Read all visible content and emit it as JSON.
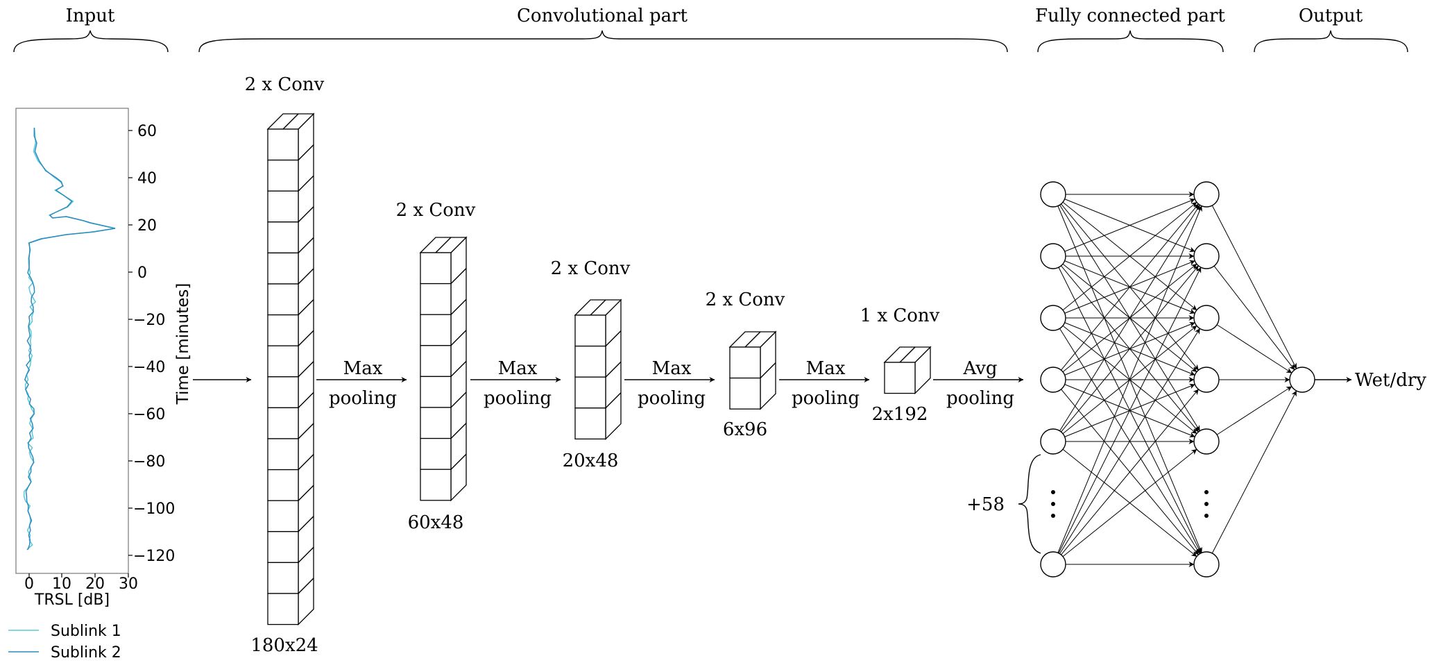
{
  "sections": {
    "input": "Input",
    "conv": "Convolutional part",
    "fc": "Fully connected part",
    "output": "Output"
  },
  "plot": {
    "y_ticks": [
      "60",
      "40",
      "20",
      "0",
      "−20",
      "−40",
      "−60",
      "−80",
      "−100",
      "−120"
    ],
    "x_ticks": [
      "0",
      "10",
      "20",
      "30"
    ],
    "ylabel": "Time [minutes]",
    "xlabel": "TRSL [dB]",
    "legend": [
      "Sublink 1",
      "Sublink 2"
    ],
    "colors": [
      "#5bc8d8",
      "#2a8cbf"
    ]
  },
  "blocks": [
    {
      "conv": "2 x Conv",
      "size": "180x24",
      "cells": 16
    },
    {
      "conv": "2 x Conv",
      "size": "60x48",
      "cells": 8
    },
    {
      "conv": "2 x Conv",
      "size": "20x48",
      "cells": 4
    },
    {
      "conv": "2 x Conv",
      "size": "6x96",
      "cells": 2
    },
    {
      "conv": "1 x Conv",
      "size": "2x192",
      "cells": 1
    }
  ],
  "poolings": [
    {
      "l1": "Max",
      "l2": "pooling"
    },
    {
      "l1": "Max",
      "l2": "pooling"
    },
    {
      "l1": "Max",
      "l2": "pooling"
    },
    {
      "l1": "Max",
      "l2": "pooling"
    },
    {
      "l1": "Avg",
      "l2": "pooling"
    }
  ],
  "fc": {
    "hidden_extra": "+58",
    "output_label": "Wet/dry"
  }
}
